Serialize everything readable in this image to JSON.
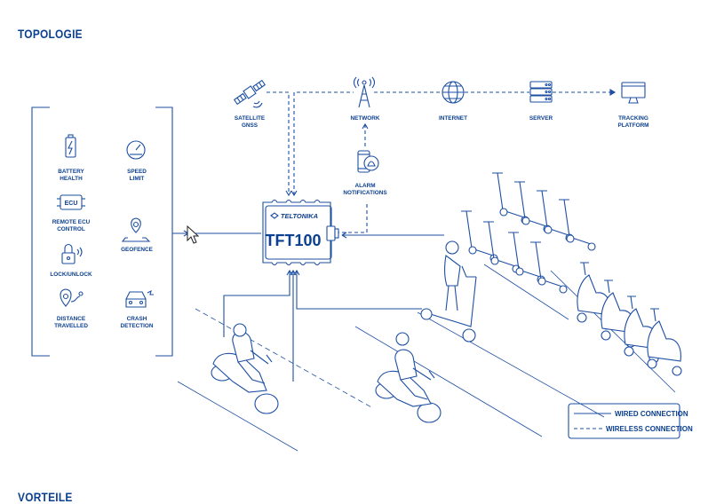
{
  "headings": {
    "topology": "TOPOLOGIE",
    "benefits": "VORTEILE"
  },
  "device": {
    "brand": "TELTONIKA",
    "model": "TFT100"
  },
  "top_nodes": [
    {
      "id": "satellite",
      "icon": "satellite-icon",
      "line1": "SATELLITE",
      "line2": "GNSS"
    },
    {
      "id": "network",
      "icon": "cell-tower-icon",
      "line1": "NETWORK",
      "line2": ""
    },
    {
      "id": "internet",
      "icon": "globe-icon",
      "line1": "INTERNET",
      "line2": ""
    },
    {
      "id": "server",
      "icon": "server-icon",
      "line1": "SERVER",
      "line2": ""
    },
    {
      "id": "platform",
      "icon": "monitor-icon",
      "line1": "TRACKING",
      "line2": "PLATFORM"
    }
  ],
  "alarm": {
    "icon": "phone-alarm-icon",
    "line1": "ALARM",
    "line2": "NOTIFICATIONS"
  },
  "features": [
    {
      "icon": "battery-icon",
      "line1": "BATTERY",
      "line2": "HEALTH"
    },
    {
      "icon": "speedometer-icon",
      "line1": "SPEED",
      "line2": "LIMIT"
    },
    {
      "icon": "ecu-icon",
      "line1": "REMOTE ECU",
      "line2": "CONTROL"
    },
    {
      "icon": "map-pin-icon",
      "line1": "GEOFENCE",
      "line2": ""
    },
    {
      "icon": "lock-icon",
      "line1": "LOCK/UNLOCK",
      "line2": ""
    },
    {
      "icon": "crash-car-icon",
      "line1": "CRASH",
      "line2": "DETECTION"
    },
    {
      "icon": "distance-pin-icon",
      "line1": "DISTANCE",
      "line2": "TRAVELLED"
    }
  ],
  "ecu_badge": "ECU",
  "legend": {
    "wired": "WIRED CONNECTION",
    "wireless": "WIRELESS CONNECTION"
  }
}
